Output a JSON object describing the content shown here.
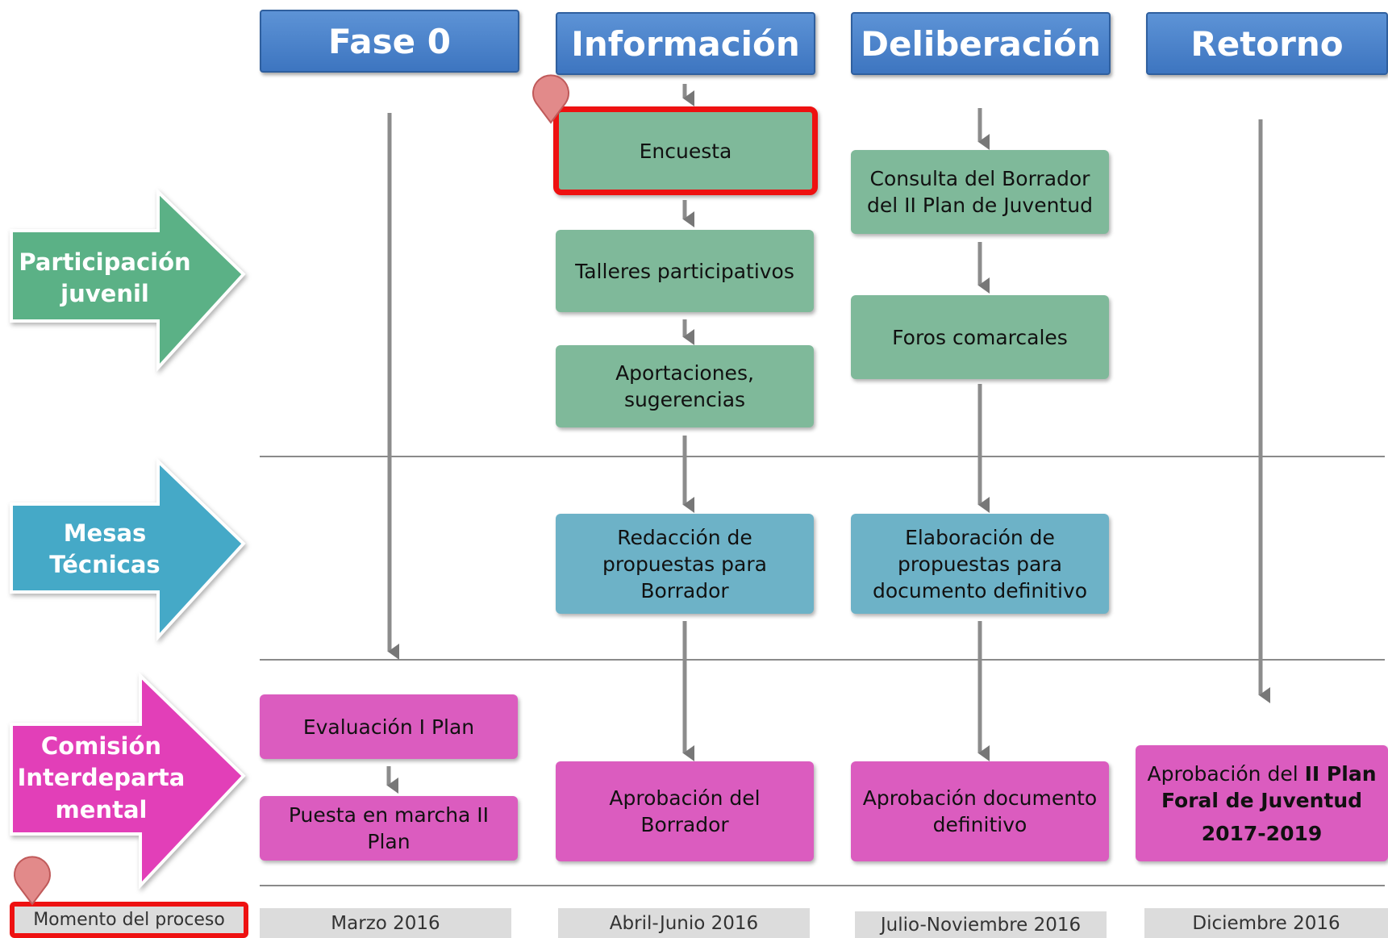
{
  "phases": [
    "Fase 0",
    "Información",
    "Deliberación",
    "Retorno"
  ],
  "rows": {
    "participation": "Participación juvenil",
    "tables": "Mesas Técnicas",
    "commission": "Comisión Interdeparta mental"
  },
  "boxes": {
    "encuesta": "Encuesta",
    "talleres": "Talleres participativos",
    "aportaciones": "Aportaciones, sugerencias",
    "consulta": "Consulta del Borrador del II Plan de Juventud",
    "foros": "Foros comarcales",
    "redaccion": "Redacción de propuestas para Borrador",
    "elaboracion": "Elaboración de propuestas para documento definitivo",
    "evaluacion": "Evaluación I Plan",
    "puesta": "Puesta en marcha II Plan",
    "aprobacion_borrador": "Aprobación del Borrador",
    "aprobacion_documento": "Aprobación documento definitivo",
    "aprobacion_plan_prefix": "Aprobación del",
    "aprobacion_plan_bold": "II Plan Foral de Juventud",
    "aprobacion_plan_years": "2017-2019"
  },
  "footer": {
    "legend": "Momento del proceso",
    "dates": [
      "Marzo 2016",
      "Abril-Junio 2016",
      "Julio-Noviembre 2016",
      "Diciembre 2016"
    ]
  },
  "colors": {
    "participation": "#5bb186",
    "tables": "#45a9c7",
    "commission": "#e23fb8",
    "highlight": "#ee1111"
  }
}
